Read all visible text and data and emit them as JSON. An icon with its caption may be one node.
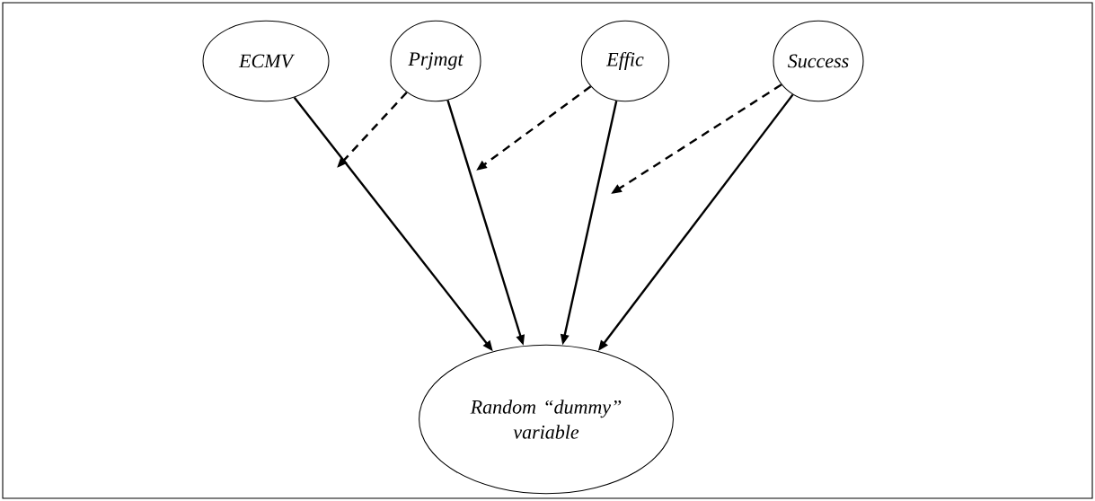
{
  "diagram": {
    "nodes": [
      {
        "text": [
          "ECMV"
        ]
      },
      {
        "text": [
          "Prjmgt"
        ]
      },
      {
        "text": [
          "Effic"
        ]
      },
      {
        "text": [
          "Success"
        ]
      },
      {
        "text": [
          "Random “dummy” variable"
        ]
      }
    ],
    "edges": [
      {
        "from": 0,
        "to": 4,
        "arrow": "to"
      },
      {
        "from": 1,
        "to": 4,
        "arrow": "to"
      },
      {
        "from": 2,
        "to": 4,
        "arrow": "to"
      },
      {
        "from": 3,
        "to": 4,
        "arrow": "to"
      },
      {
        "from": 1,
        "to": null,
        "arrow": "to",
        "style": "dashed"
      },
      {
        "from": 2,
        "to": null,
        "arrow": "to",
        "style": "dashed"
      },
      {
        "from": 3,
        "to": null,
        "arrow": "to",
        "style": "dashed"
      }
    ]
  }
}
